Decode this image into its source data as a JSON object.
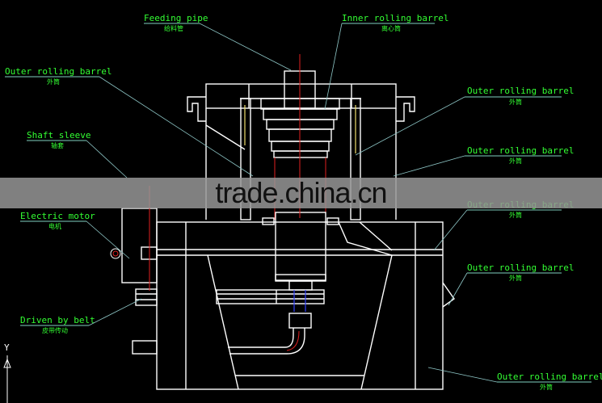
{
  "labels": {
    "feeding_pipe": {
      "en": "Feeding pipe",
      "cn": "给料管"
    },
    "inner_barrel": {
      "en": "Inner rolling barrel",
      "cn": "离心筒"
    },
    "outer_left": {
      "en": "Outer rolling barrel",
      "cn": "外筒"
    },
    "outer_right_1": {
      "en": "Outer rolling barrel",
      "cn": "外筒"
    },
    "outer_right_2": {
      "en": "Outer rolling barrel",
      "cn": "外筒"
    },
    "outer_right_3": {
      "en": "Outer rolling barrel",
      "cn": "外筒"
    },
    "outer_right_4": {
      "en": "Outer rolling barrel",
      "cn": "外筒"
    },
    "outer_bottom": {
      "en": "Outer rolling barrel",
      "cn": "外筒"
    },
    "shaft_sleeve": {
      "en": "Shaft sleeve",
      "cn": "轴套"
    },
    "electric_motor": {
      "en": "Electric motor",
      "cn": "电机"
    },
    "driven_by_belt": {
      "en": "Driven by belt",
      "cn": "皮带传动"
    }
  },
  "axis_symbol": "Y",
  "watermark": "trade.china.cn",
  "colors": {
    "background": "#000000",
    "label": "#33ff33",
    "leader": "#8fc8c8",
    "outline": "#ffffff",
    "centerline": "#e02020",
    "shaft": "#3040ff"
  }
}
